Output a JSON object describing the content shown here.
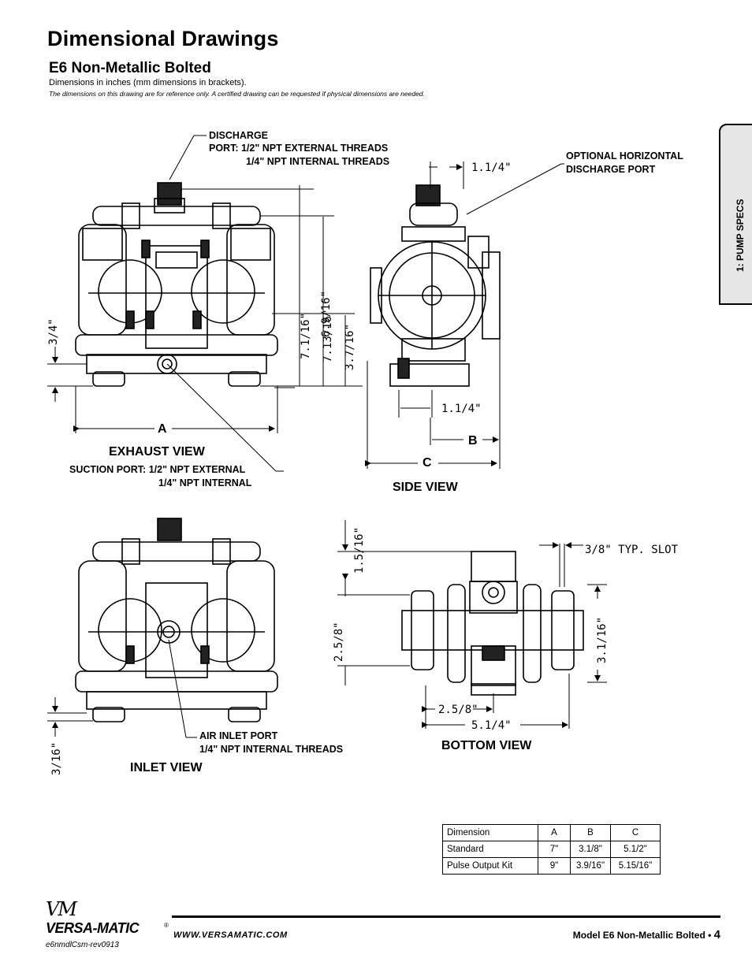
{
  "header": {
    "title": "Dimensional Drawings",
    "subtitle": "E6 Non-Metallic Bolted",
    "note": "Dimensions in inches (mm dimensions in brackets).",
    "disclaimer": "The dimensions on this drawing are for reference only.  A certified drawing can be requested if physical dimensions are needed."
  },
  "side_tab": {
    "label": "1: PUMP SPECS"
  },
  "drawings": {
    "exhaust_view": {
      "title": "EXHAUST VIEW",
      "discharge_port": "DISCHARGE",
      "discharge_ext": "PORT: 1/2\" NPT EXTERNAL THREADS",
      "discharge_int": "1/4\" NPT INTERNAL THREADS",
      "suction_ext": "SUCTION PORT: 1/2\" NPT EXTERNAL",
      "suction_int": "1/4\" NPT INTERNAL",
      "dim_a": "A",
      "dim_3_4": "3/4\"",
      "dim_7_1_16": "7.1/16\"",
      "dim_7_13_16": "7.13/16\"",
      "dim_6_9_16": "6.9/16\"",
      "dim_3_7_16": "3.7/16\""
    },
    "side_view": {
      "title": "SIDE VIEW",
      "optional_port_1": "OPTIONAL HORIZONTAL",
      "optional_port_2": "DISCHARGE PORT",
      "dim_top": "1.1/4\"",
      "dim_bottom": "1.1/4\"",
      "dim_b": "B",
      "dim_c": "C"
    },
    "inlet_view": {
      "title": "INLET VIEW",
      "air_port": "AIR INLET PORT",
      "air_port_threads": "1/4\" NPT INTERNAL THREADS",
      "dim_3_16": "3/16\""
    },
    "bottom_view": {
      "title": "BOTTOM VIEW",
      "slot": "3/8\" TYP. SLOT",
      "dim_1_5_16": "1.5/16\"",
      "dim_2_5_8_v": "2.5/8\"",
      "dim_3_1_16": "3.1/16\"",
      "dim_2_5_8_h": "2.5/8\"",
      "dim_5_1_4": "5.1/4\""
    }
  },
  "table": {
    "headers": [
      "Dimension",
      "A",
      "B",
      "C"
    ],
    "rows": [
      [
        "Standard",
        "7\"",
        "3.1/8\"",
        "5.1/2\""
      ],
      [
        "Pulse Output Kit",
        "9\"",
        "3.9/16\"",
        "5.15/16\""
      ]
    ]
  },
  "footer": {
    "logo_script": "VM",
    "logo_text": "VERSA-MATIC",
    "logo_reg": "®",
    "revision": "e6nmdlCsm-rev0913",
    "website": "WWW.VERSAMATIC.COM",
    "model": "Model E6 Non-Metallic Bolted •",
    "page": "4"
  }
}
